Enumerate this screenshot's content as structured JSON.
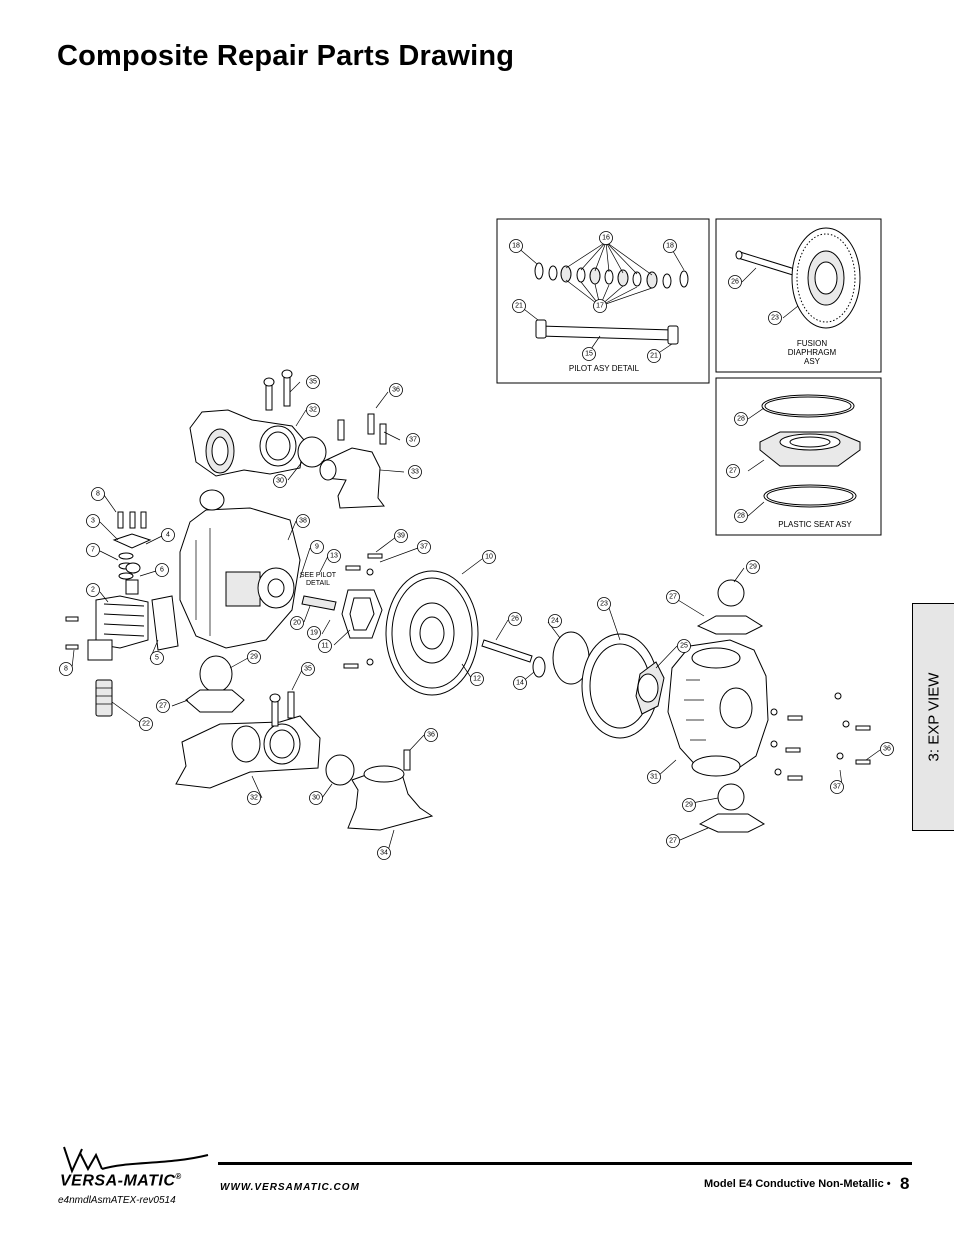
{
  "page": {
    "title": "Composite Repair Parts Drawing",
    "side_tab": "3: EXP VIEW"
  },
  "insets": {
    "pilot": {
      "caption": "PILOT ASY DETAIL"
    },
    "fusion": {
      "caption_line1": "FUSION",
      "caption_line2": "DIAPHRAGM",
      "caption_line3": "ASY"
    },
    "seat": {
      "caption": "PLASTIC SEAT ASY"
    }
  },
  "main": {
    "pilot_note_line1": "SEE PILOT",
    "pilot_note_line2": "DETAIL"
  },
  "callouts": [
    "15",
    "16",
    "17",
    "18",
    "18",
    "21",
    "21",
    "26",
    "23",
    "28",
    "27",
    "28",
    "35",
    "36",
    "32",
    "37",
    "33",
    "30",
    "8",
    "3",
    "4",
    "7",
    "6",
    "2",
    "5",
    "8",
    "38",
    "9",
    "13",
    "39",
    "37",
    "10",
    "20",
    "19",
    "11",
    "12",
    "26",
    "24",
    "14",
    "23",
    "29",
    "27",
    "25",
    "31",
    "29",
    "27",
    "36",
    "37",
    "29",
    "35",
    "27",
    "22",
    "36",
    "32",
    "30",
    "34"
  ],
  "footer": {
    "brand": "VERSA-MATIC",
    "registered": "®",
    "revision": "e4nmdlAsmATEX-rev0514",
    "website": "WWW.VERSAMATIC.COM",
    "model": "Model E4 Conductive Non-Metallic •",
    "page_number": "8"
  },
  "colors": {
    "tab_background": "#e6e6e6",
    "ink": "#000000"
  }
}
